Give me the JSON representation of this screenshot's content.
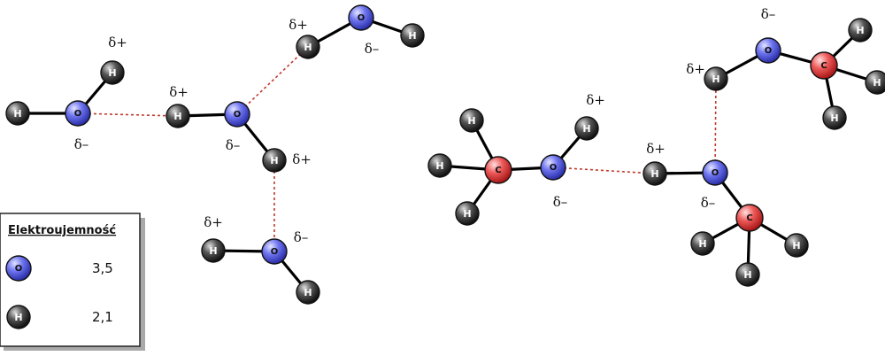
{
  "colors": {
    "oxygen": "#4f55e6",
    "hydrogen": "#444444",
    "carbon": "#e64b4b",
    "hbond": "#c0392b",
    "bond": "#000000"
  },
  "charges": {
    "positive": "δ+",
    "negative": "δ–"
  },
  "elements": {
    "O": "O",
    "H": "H",
    "C": "C"
  },
  "legend": {
    "title": "Elektroujemność",
    "rows": [
      {
        "element": "O",
        "value": "3,5"
      },
      {
        "element": "H",
        "value": "2,1"
      }
    ]
  }
}
